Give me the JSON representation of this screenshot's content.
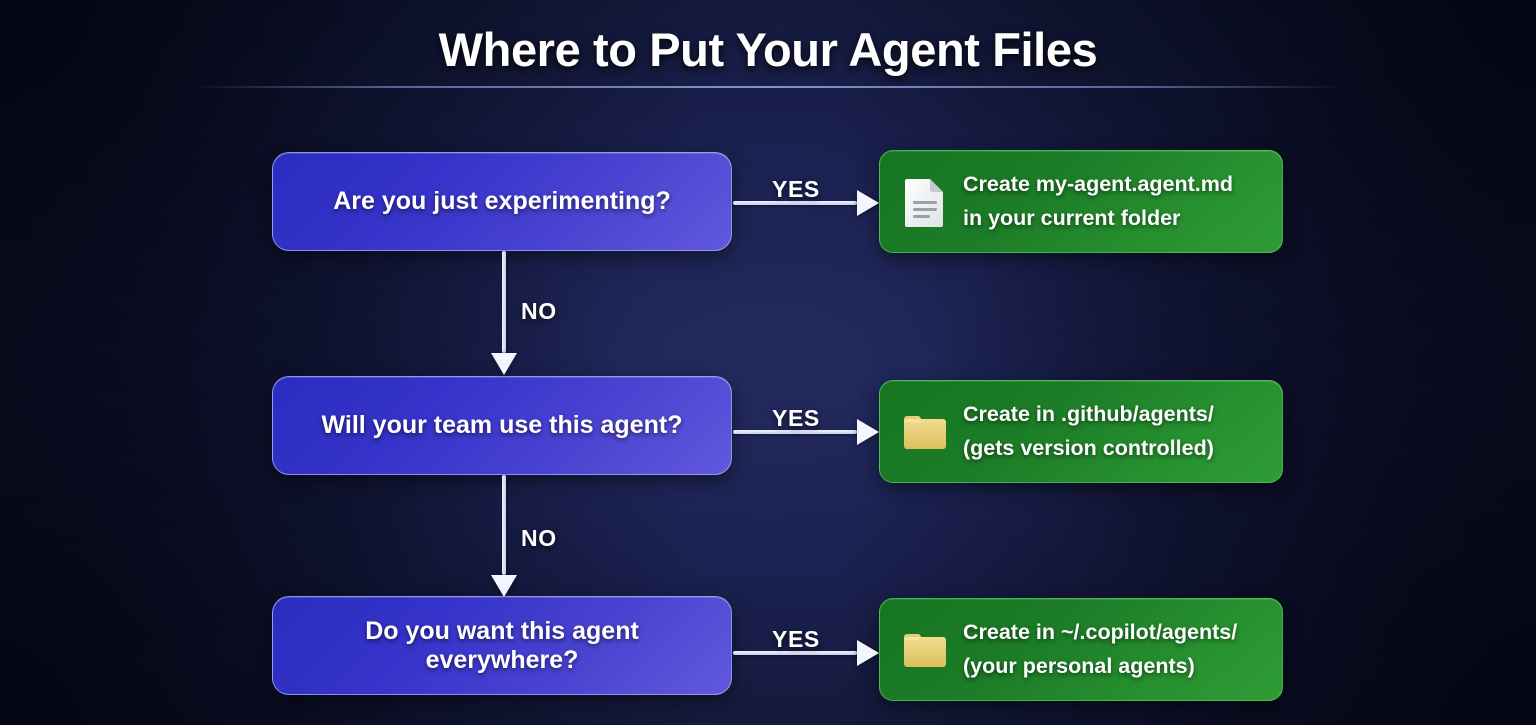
{
  "header": {
    "title": "Where to Put Your Agent Files"
  },
  "flow": {
    "decisions": [
      {
        "label": "Are you just experimenting?",
        "name": "decision-experimenting"
      },
      {
        "label": "Will your team use this agent?",
        "name": "decision-team-use"
      },
      {
        "label": "Do you want this agent everywhere?",
        "name": "decision-everywhere"
      }
    ],
    "results": [
      {
        "icon": "document-icon",
        "line1": "Create my-agent.agent.md",
        "line2": "in your current folder"
      },
      {
        "icon": "folder-icon",
        "line1": "Create in .github/agents/",
        "line2": "(gets version controlled)"
      },
      {
        "icon": "folder-icon",
        "line1": "Create in ~/.copilot/agents/",
        "line2": "(your personal agents)"
      }
    ],
    "yes_labels": [
      "YES",
      "YES",
      "YES"
    ],
    "no_labels": [
      "NO",
      "NO"
    ]
  },
  "colors": {
    "background_dark": "#0a0d24",
    "background_center": "#232a5e",
    "decision_start": "#2a2cc0",
    "decision_end": "#6159dc",
    "result_start": "#167520",
    "result_end": "#2f9c35",
    "connector": "#f4f6ff",
    "text": "#ffffff",
    "folder_icon": "#e8cd72",
    "document_icon": "#f2f3f5"
  }
}
